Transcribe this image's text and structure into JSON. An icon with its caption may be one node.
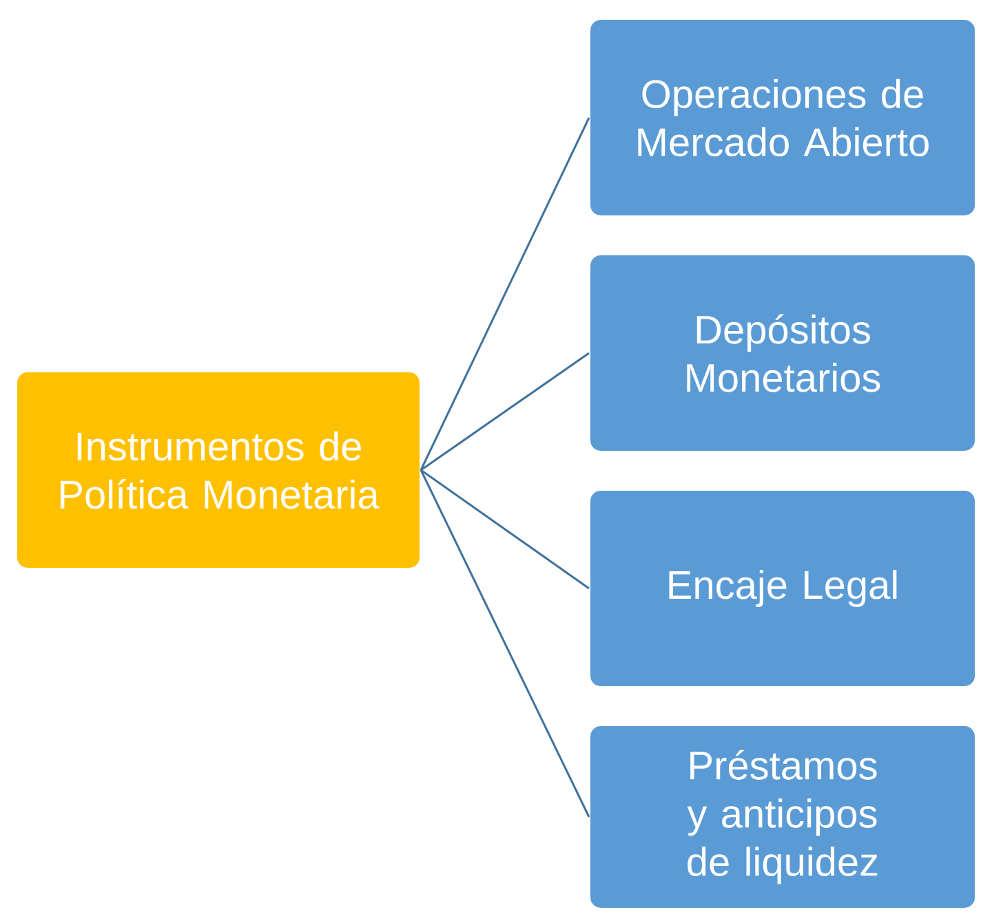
{
  "diagram": {
    "nodes": [
      {
        "text": [
          "Instrumentos de Política Monetaria"
        ]
      },
      {
        "text": [
          "Operaciones de Mercado Abierto"
        ]
      },
      {
        "text": [
          "Depósitos Monetarios"
        ]
      },
      {
        "text": [
          "Encaje Legal"
        ]
      },
      {
        "text": [
          "Préstamos y anticipos de liquidez"
        ]
      }
    ],
    "edges": [
      {
        "from": 0,
        "to": 1,
        "arrow": "none"
      },
      {
        "from": 0,
        "to": 2,
        "arrow": "none"
      },
      {
        "from": 0,
        "to": 3,
        "arrow": "none"
      },
      {
        "from": 0,
        "to": 4,
        "arrow": "none"
      }
    ]
  }
}
